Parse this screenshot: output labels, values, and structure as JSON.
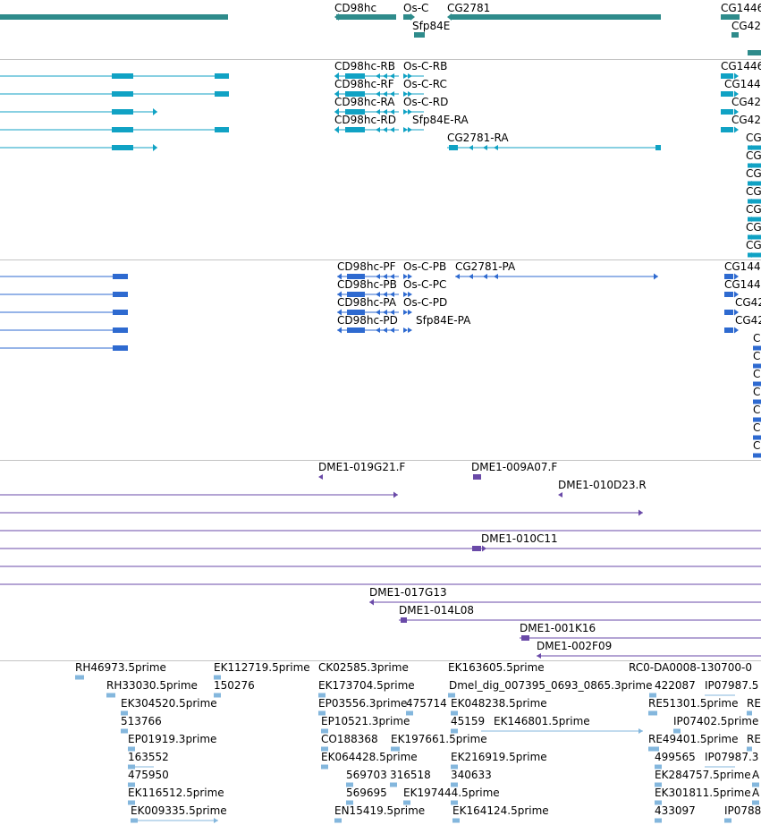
{
  "browser": "genome track view",
  "colors": {
    "gene": "#2e8b8b",
    "transcript": "#10a2c4",
    "protein": "#2e6ad0",
    "clone": "#6a4aa8",
    "est": "#84b7dd",
    "separator": "#c4c4c4"
  },
  "tracks": {
    "genes": {
      "labels": [
        "CD98hc",
        "Os-C",
        "CG2781",
        "CG1446",
        "Sfp84E",
        "CG42"
      ]
    },
    "transcripts": {
      "labels": [
        "CD98hc-RB",
        "Os-C-RB",
        "CG1446",
        "CD98hc-RF",
        "Os-C-RC",
        "CG144",
        "CD98hc-RA",
        "Os-C-RD",
        "CG42",
        "CD98hc-RD",
        "Sfp84E-RA",
        "CG42",
        "CG2781-RA",
        "CG",
        "CG",
        "CG",
        "CG",
        "CG",
        "CG",
        "CG"
      ]
    },
    "proteins": {
      "labels": [
        "CD98hc-PF",
        "Os-C-PB",
        "CG2781-PA",
        "CG144",
        "CD98hc-PB",
        "Os-C-PC",
        "CG144",
        "CD98hc-PA",
        "Os-C-PD",
        "CG42",
        "CD98hc-PD",
        "Sfp84E-PA",
        "CG42",
        "C",
        "C",
        "C",
        "C",
        "C",
        "C",
        "C"
      ]
    },
    "clones": {
      "labels": [
        "DME1-019G21.F",
        "DME1-009A07.F",
        "DME1-010D23.R",
        "DME1-010C11",
        "DME1-017G13",
        "DME1-014L08",
        "DME1-001K16",
        "DME1-002F09"
      ]
    },
    "ests": {
      "labels": [
        "RH46973.5prime",
        "EK112719.5prime",
        "CK02585.3prime",
        "EK163605.5prime",
        "RC0-DA0008-130700-0",
        "RH33030.5prime",
        "150276",
        "EK173704.5prime",
        "Dmel_dig_007395_0693_0865.3prime",
        "422087",
        "IP07987.5",
        "EK304520.5prime",
        "EP03556.3prime",
        "475714",
        "EK048238.5prime",
        "RE51301.5prime",
        "RE",
        "513766",
        "EP10521.3prime",
        "45159",
        "EK146801.5prime",
        "IP07402.5prime",
        "EP01919.3prime",
        "CO188368",
        "EK197661.5prime",
        "RE49401.5prime",
        "RE",
        "163552",
        "EK064428.5prime",
        "EK216919.5prime",
        "499565",
        "IP07987.3",
        "475950",
        "569703",
        "316518",
        "340633",
        "EK284757.5prime",
        "A",
        "EK116512.5prime",
        "569695",
        "EK197444.5prime",
        "EK301811.5prime",
        "A",
        "EK009335.5prime",
        "EN15419.5prime",
        "EK164124.5prime",
        "433097",
        "IP0788"
      ]
    }
  }
}
